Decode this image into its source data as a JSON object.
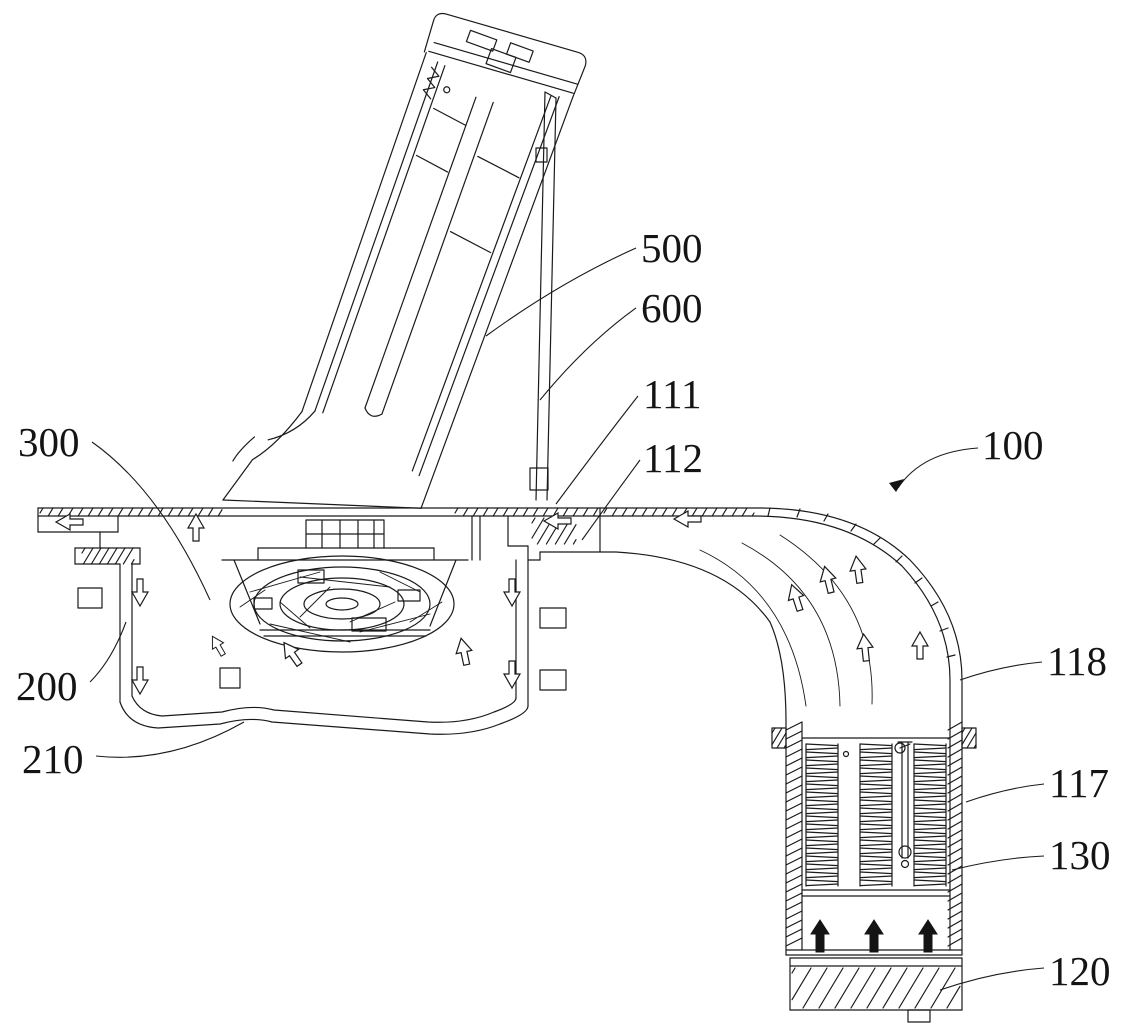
{
  "figure": {
    "kind": "patent sectional line drawing",
    "background": "#ffffff",
    "line_color": "#1a1a1a",
    "airflow_arrow_style": "hollow outline arrows (ducting) and solid black arrows (inlet)"
  },
  "labels": {
    "l500": "500",
    "l600": "600",
    "l111": "111",
    "l112": "112",
    "l100": "100",
    "l300": "300",
    "l200": "200",
    "l210": "210",
    "l118": "118",
    "l117": "117",
    "l130": "130",
    "l120": "120"
  }
}
